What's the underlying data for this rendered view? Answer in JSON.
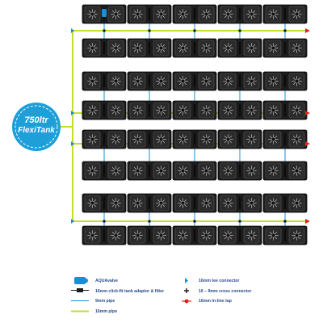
{
  "tank": {
    "label_line1": "750ltr",
    "label_line2": "FlexiTank",
    "color": "#1e9fd8"
  },
  "layout": {
    "rows": 8,
    "columns": 5,
    "pots_per_tray": 2
  },
  "colors": {
    "pipe_16mm": "#c5de2c",
    "pipe_9mm": "#1a8fd1",
    "tray": "#1c1c1c",
    "tap": "#e0231b",
    "legend_text": "#2a4b8c"
  },
  "legend": [
    {
      "icon": "aquavalve-icon",
      "label": "AQUAvalve"
    },
    {
      "icon": "tank-adaptor-filter-icon",
      "label": "16mm click-fit tank adaptor & filter"
    },
    {
      "icon": "pipe-9mm-icon",
      "label": "9mm pipe"
    },
    {
      "icon": "pipe-16mm-icon",
      "label": "16mm pipe"
    },
    {
      "icon": "tee-connector-icon",
      "label": "16mm tee connector"
    },
    {
      "icon": "cross-connector-icon",
      "label": "16 – 9mm cross connector"
    },
    {
      "icon": "inline-tap-icon",
      "label": "16mm in-line tap"
    }
  ]
}
